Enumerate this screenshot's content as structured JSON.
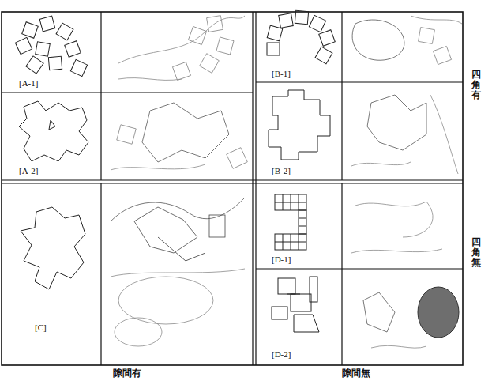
{
  "diagram": {
    "nodes": [
      {
        "text": [
          "[A-1]"
        ]
      },
      {
        "text": [
          "[A-2]"
        ]
      },
      {
        "text": [
          "[B-1]"
        ]
      },
      {
        "text": [
          "[B-2]"
        ]
      },
      {
        "text": [
          "[C]"
        ]
      },
      {
        "text": [
          "[D-1]"
        ]
      },
      {
        "text": [
          "[D-2]"
        ]
      }
    ],
    "labels": [
      "四角有",
      "四角無",
      "隙間有",
      "隙間無"
    ]
  }
}
